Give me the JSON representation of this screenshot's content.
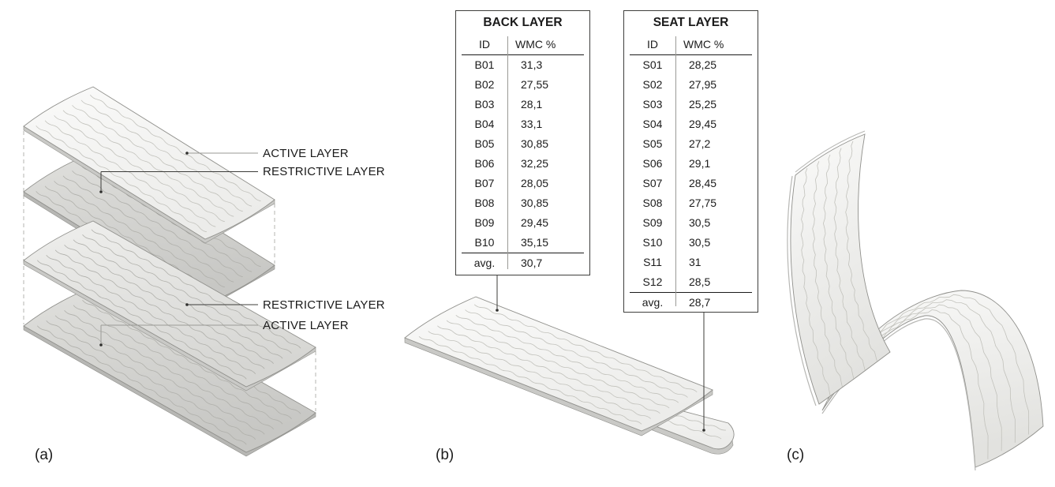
{
  "figure": {
    "panel_a": {
      "caption": "(a)",
      "labels": {
        "active_top": "ACTIVE LAYER",
        "restrictive_top": "RESTRICTIVE LAYER",
        "restrictive_bottom": "RESTRICTIVE LAYER",
        "active_bottom": "ACTIVE LAYER"
      }
    },
    "panel_b": {
      "caption": "(b)"
    },
    "panel_c": {
      "caption": "(c)"
    }
  },
  "tables": {
    "back": {
      "title": "BACK LAYER",
      "columns": {
        "id": "ID",
        "wmc": "WMC %"
      },
      "rows": [
        {
          "id": "B01",
          "wmc": "31,3"
        },
        {
          "id": "B02",
          "wmc": "27,55"
        },
        {
          "id": "B03",
          "wmc": "28,1"
        },
        {
          "id": "B04",
          "wmc": "33,1"
        },
        {
          "id": "B05",
          "wmc": "30,85"
        },
        {
          "id": "B06",
          "wmc": "32,25"
        },
        {
          "id": "B07",
          "wmc": "28,05"
        },
        {
          "id": "B08",
          "wmc": "30,85"
        },
        {
          "id": "B09",
          "wmc": "29,45"
        },
        {
          "id": "B10",
          "wmc": "35,15"
        }
      ],
      "avg": {
        "label": "avg.",
        "value": "30,7"
      }
    },
    "seat": {
      "title": "SEAT LAYER",
      "columns": {
        "id": "ID",
        "wmc": "WMC %"
      },
      "rows": [
        {
          "id": "S01",
          "wmc": "28,25"
        },
        {
          "id": "S02",
          "wmc": "27,95"
        },
        {
          "id": "S03",
          "wmc": "25,25"
        },
        {
          "id": "S04",
          "wmc": "29,45"
        },
        {
          "id": "S05",
          "wmc": "27,2"
        },
        {
          "id": "S06",
          "wmc": "29,1"
        },
        {
          "id": "S07",
          "wmc": "28,45"
        },
        {
          "id": "S08",
          "wmc": "27,75"
        },
        {
          "id": "S09",
          "wmc": "30,5"
        },
        {
          "id": "S10",
          "wmc": "30,5"
        },
        {
          "id": "S11",
          "wmc": "31"
        },
        {
          "id": "S12",
          "wmc": "28,5"
        }
      ],
      "avg": {
        "label": "avg.",
        "value": "28,7"
      }
    }
  },
  "colors": {
    "background": "#ffffff",
    "outline": "#90908c",
    "sheet_light_1": "#fafaf9",
    "sheet_light_2": "#ececea",
    "sheet_grey_1": "#e0e0dd",
    "sheet_grey_2": "#c7c7c4",
    "sheet_mid_1": "#efefed",
    "sheet_mid_2": "#d6d6d3",
    "band_1": "#fafaf9",
    "band_2": "#e2e2df",
    "side": "#c9c9c6",
    "side_dark": "#b7b7b4",
    "grain": "#c2c2bc",
    "grain_dark": "#b0b0ab",
    "dashed": "#b5b5b1",
    "leader_dark": "#3c3c3a",
    "leader_light": "#9a9a96",
    "text": "#1b1b1b"
  }
}
